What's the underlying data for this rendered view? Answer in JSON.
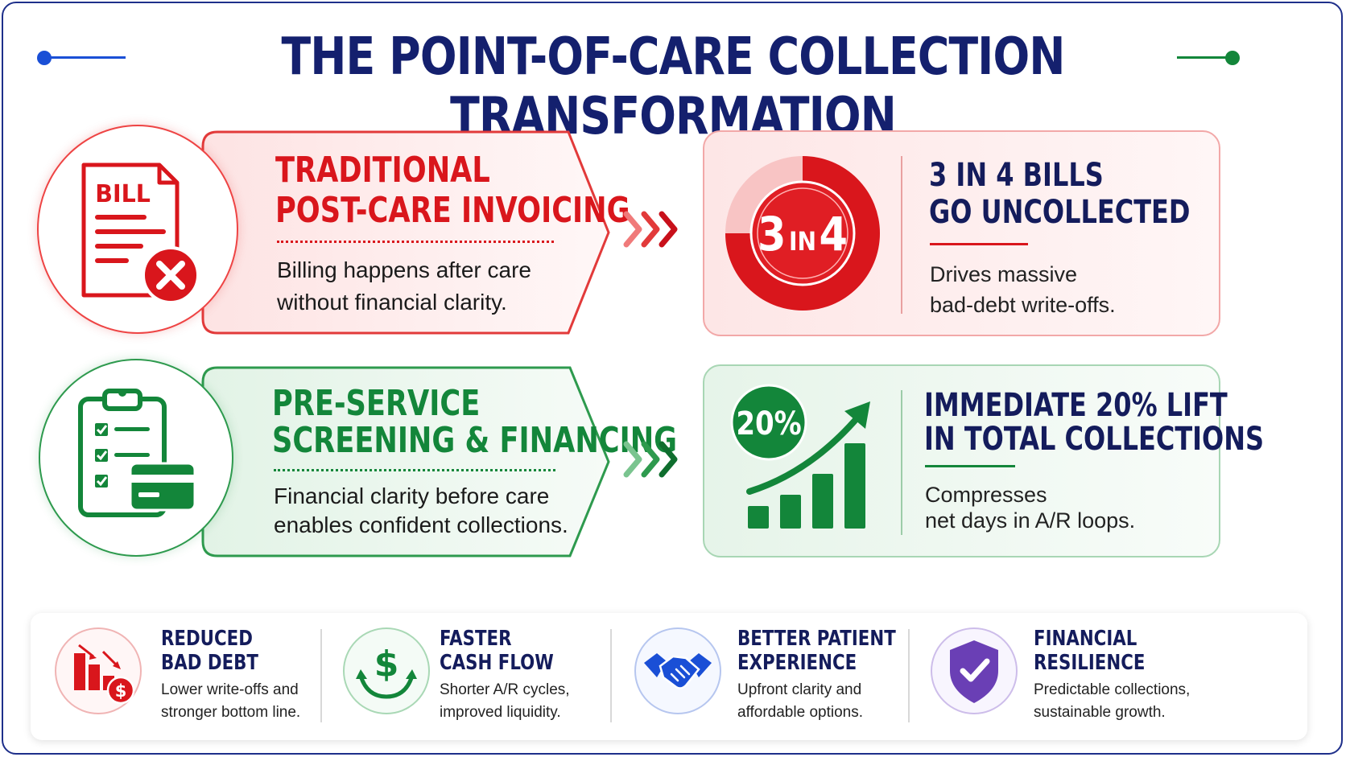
{
  "title": "THE POINT-OF-CARE COLLECTION TRANSFORMATION",
  "colors": {
    "navy": "#14206e",
    "red": "#d9161c",
    "green": "#13863a",
    "blue": "#1a4fd6",
    "purple": "#6a3fb5"
  },
  "rows": [
    {
      "icon": "bill-rejected-icon",
      "banner_title_line1": "TRADITIONAL",
      "banner_title_line2": "POST-CARE INVOICING",
      "banner_text_line1": "Billing happens after care",
      "banner_text_line2": "without financial clarity.",
      "stat_badge_main": "3",
      "stat_badge_small": "IN",
      "stat_badge_end": "4",
      "stat_badge_share": 0.75,
      "stat_title_line1": "3 IN 4 BILLS",
      "stat_title_line2": "GO UNCOLLECTED",
      "stat_text_line1": "Drives massive",
      "stat_text_line2": "bad-debt write-offs."
    },
    {
      "icon": "checklist-card-icon",
      "banner_title_line1": "PRE-SERVICE",
      "banner_title_line2": "SCREENING & FINANCING",
      "banner_text_line1": "Financial clarity before care",
      "banner_text_line2": "enables confident collections.",
      "stat_badge": "20%",
      "stat_title_line1": "IMMEDIATE 20% LIFT",
      "stat_title_line2": "IN TOTAL COLLECTIONS",
      "stat_text_line1": "Compresses",
      "stat_text_line2": "net days in A/R loops."
    }
  ],
  "benefits": [
    {
      "icon": "declining-bars-dollar-icon",
      "title_line1": "REDUCED",
      "title_line2": "BAD DEBT",
      "text_line1": "Lower write-offs and",
      "text_line2": "stronger bottom line."
    },
    {
      "icon": "dollar-cycle-icon",
      "title_line1": "FASTER",
      "title_line2": "CASH FLOW",
      "text_line1": "Shorter A/R cycles,",
      "text_line2": "improved liquidity."
    },
    {
      "icon": "handshake-icon",
      "title_line1": "BETTER PATIENT",
      "title_line2": "EXPERIENCE",
      "text_line1": "Upfront clarity and",
      "text_line2": "affordable options."
    },
    {
      "icon": "shield-check-icon",
      "title_line1": "FINANCIAL",
      "title_line2": "RESILIENCE",
      "text_line1": "Predictable collections,",
      "text_line2": "sustainable growth."
    }
  ]
}
